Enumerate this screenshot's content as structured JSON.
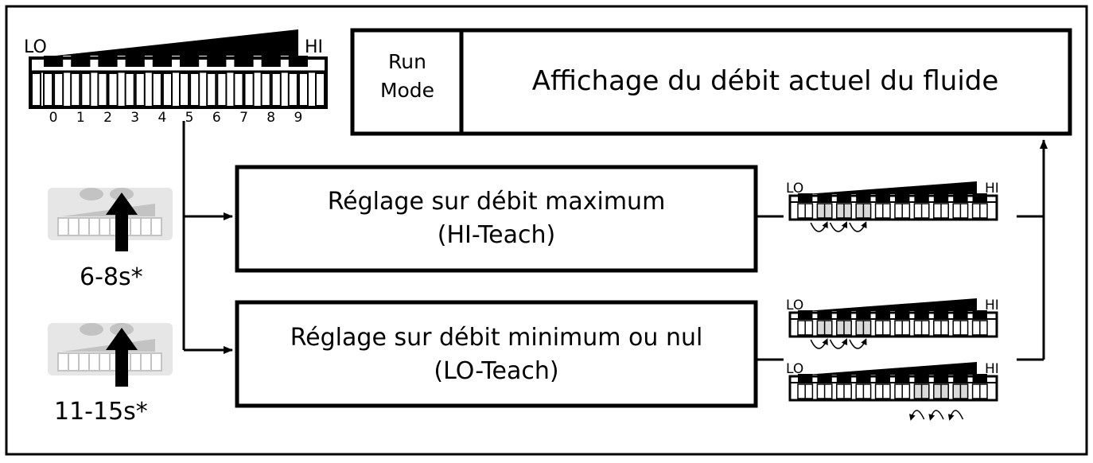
{
  "main_bar": {
    "lo": "LO",
    "hi": "HI",
    "digits": [
      "0",
      "1",
      "2",
      "3",
      "4",
      "5",
      "6",
      "7",
      "8",
      "9"
    ]
  },
  "run_mode": {
    "label_line1": "Run",
    "label_line2": "Mode",
    "description": "Affichage du débit actuel du fluide"
  },
  "hi_teach": {
    "line1": "Réglage sur débit maximum",
    "line2": "(HI-Teach)",
    "press_time": "6-8s*",
    "indicator": {
      "lo": "LO",
      "hi": "HI",
      "lit_segments": [
        1,
        2,
        3
      ]
    }
  },
  "lo_teach": {
    "line1": "Réglage sur débit minimum ou nul",
    "line2": "(LO-Teach)",
    "press_time": "11-15s*",
    "indicator_a": {
      "lo": "LO",
      "hi": "HI",
      "lit_segments": [
        1,
        2,
        3
      ]
    },
    "indicator_b": {
      "lo": "LO",
      "hi": "HI",
      "lit_segments": [
        6,
        7,
        8
      ]
    }
  },
  "colors": {
    "line": "#000000",
    "lit_segment": "#d9d9d9",
    "button_panel": "#e6e6e6",
    "button_dot": "#c3c3c3"
  }
}
